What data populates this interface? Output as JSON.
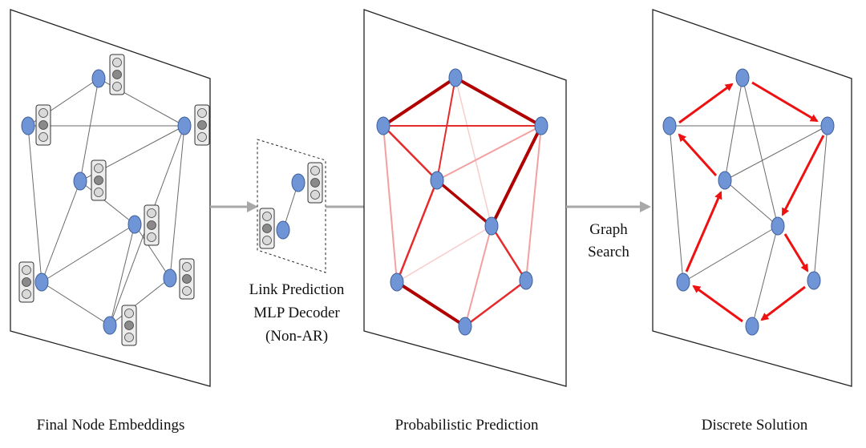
{
  "panels": {
    "embeddings": {
      "caption": "Final Node Embeddings"
    },
    "probabilistic": {
      "caption": "Probabilistic Prediction"
    },
    "discrete": {
      "caption": "Discrete Solution"
    }
  },
  "decoder": {
    "line1": "Link Prediction",
    "line2": "MLP Decoder",
    "line3": "(Non-AR)"
  },
  "search": {
    "line1": "Graph",
    "line2": "Search"
  },
  "colors": {
    "node": "#6f95d6",
    "node_stroke": "#3f5f9a",
    "edge_plain": "#6a6a6a",
    "edge_strong": "#b00000",
    "edge_mid": "#e52b2b",
    "edge_light": "#f3a0a0",
    "edge_faint": "#f8cccc",
    "tour": "#ee1111",
    "arrow_connector": "#a8a8a8",
    "cell_light": "#d9d9d9",
    "cell_dark": "#8a8a8a"
  },
  "icons": {
    "node": "circle",
    "embedding": "three-cell-vector",
    "connector": "right-arrow"
  }
}
